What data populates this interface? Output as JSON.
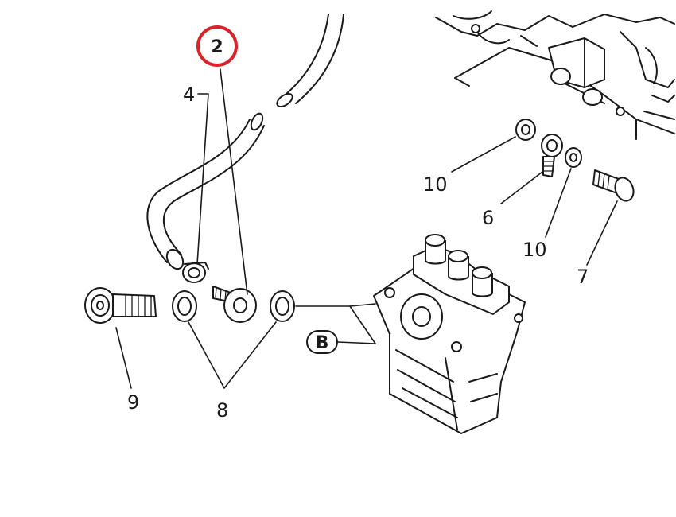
{
  "callouts": {
    "highlighted": "2",
    "hose_clamp": "4",
    "banjo_bolt_small": "6",
    "bolt": "7",
    "washers": "8",
    "banjo_bolt": "9",
    "washer_top": "10",
    "washer_lower": "10",
    "view_ref": "B"
  },
  "colors": {
    "highlight_ring": "#d9242b",
    "line_art": "#1a1a1a",
    "background": "#ffffff"
  }
}
